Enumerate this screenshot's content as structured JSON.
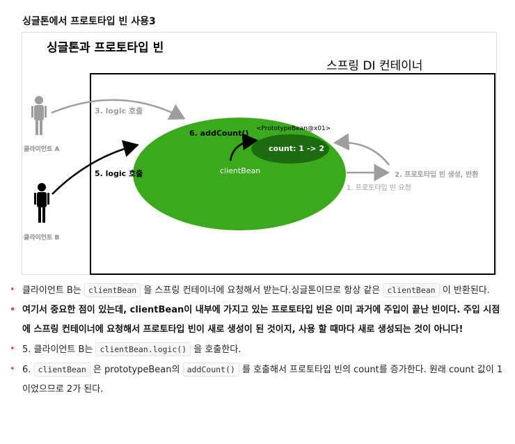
{
  "page": {
    "title": "싱글톤에서 프로토타입 빈 사용3"
  },
  "diagram": {
    "slide_title": "싱글톤과 프로토타입 빈",
    "container_label": "스프링 DI 컨테이너",
    "clients": [
      {
        "label": "클라이언트 A",
        "color": "#9e9e9e"
      },
      {
        "label": "클라이언트 B",
        "color": "#000000"
      }
    ],
    "arrows": {
      "logic_a": "3. logic 호출",
      "logic_b": "5. logic 호출",
      "add_count": "6. addCount()",
      "create_return": "2. 프로토타입 빈 생성, 반환",
      "request": "1. 프로토타입 빈 요청"
    },
    "singleton": {
      "label": "clientBean",
      "color": "#3aaa1c"
    },
    "prototype": {
      "label": "<PrototypeBean@x01>",
      "count_text": "count: 1 -> 2",
      "color": "#1d6b0e"
    }
  },
  "bullets": [
    {
      "parts": [
        "클라이언트 B는 ",
        "clientBean",
        " 을 스프링 컨테이너에 요청해서 받는다.싱글톤이므로 항상 같은 ",
        "clientBean",
        " 이 반환된다."
      ]
    },
    {
      "prefix": "여기서 중요한 점이 있는데, ",
      "highlight": "clientBean",
      "rest": "이 내부에 가지고 있는 프로토타입 빈은 이미 과거에 주입이 끝난 빈이다. 주입 시점에 스프링 컨테이너에 요청해서 프로토타입 빈이 새로 생성이 된 것이지, 사용 할 때마다 새로 생성되는 것이 아니다!"
    },
    {
      "parts": [
        "5. 클라이언트 B는 ",
        "clientBean.logic()",
        " 을 호출한다."
      ]
    },
    {
      "parts": [
        "6. ",
        "clientBean",
        " 은 prototypeBean의 ",
        "addCount()",
        " 를 호출해서 프로토타입 빈의 count를 증가한다. 원래 count 값이 1이었으므로 2가 된다."
      ]
    }
  ]
}
